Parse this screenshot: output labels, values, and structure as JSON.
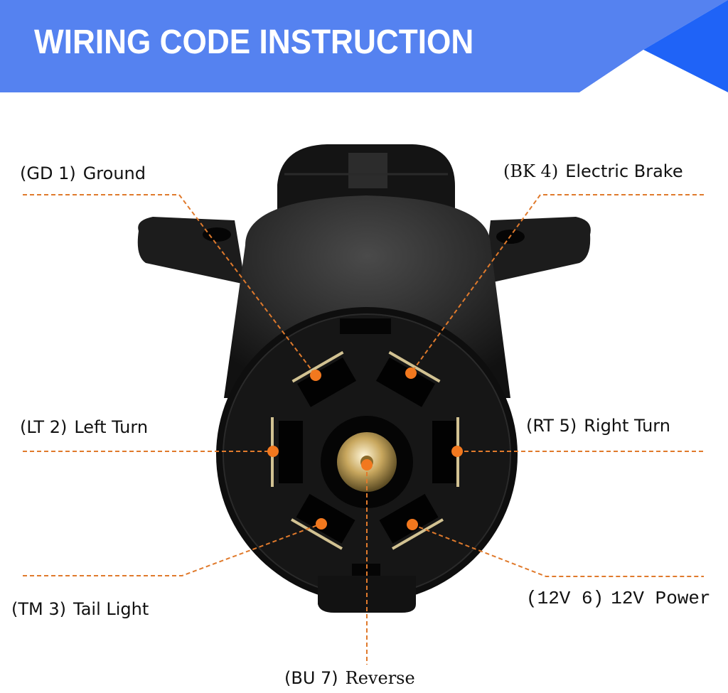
{
  "header": {
    "title": "WIRING CODE INSTRUCTION",
    "colors": {
      "banner": "#5582f0",
      "accent": "#1f63f7",
      "text": "#ffffff"
    }
  },
  "colors": {
    "leader_line": "#e07a2c",
    "pin_dot": "#f2781e",
    "connector_body": "#1a1a1a",
    "pin_metal": "#c9b98a"
  },
  "pins": [
    {
      "code": "(GD 1)",
      "name": "Ground",
      "position": "top-left"
    },
    {
      "code": "(LT 2)",
      "name": "Left Turn",
      "position": "left"
    },
    {
      "code": "(TM 3)",
      "name": "Tail Light",
      "position": "bottom-left"
    },
    {
      "code": "(BK 4)",
      "name": "Electric Brake",
      "position": "top-right"
    },
    {
      "code": "(RT 5)",
      "name": "Right Turn",
      "position": "right"
    },
    {
      "code": "(12V 6)",
      "name": "12V Power",
      "position": "bottom-right"
    },
    {
      "code": "(BU 7)",
      "name": "Reverse",
      "position": "bottom-center"
    }
  ]
}
